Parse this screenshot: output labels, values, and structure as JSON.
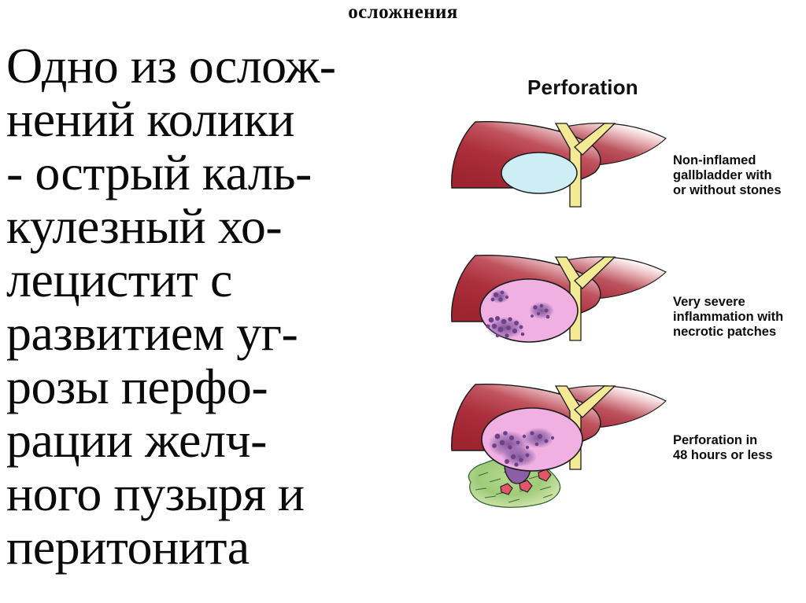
{
  "slide": {
    "title": "осложнения",
    "background_color": "#ffffff",
    "text_color": "#0a0a0a"
  },
  "body_text": {
    "full_text": "Одно из осложнений колики - острый калькулезный холецистит с развитием угрозы перфорации желчного пузыря и перитонита",
    "lines": [
      "Одно из ослож-",
      "нений колики",
      "- острый каль-",
      "кулезный хо-",
      "лецистит с",
      "развитием уг-",
      "розы перфо-",
      "рации желч-",
      "ного пузыря и",
      "перитонита"
    ]
  },
  "figure": {
    "title": "Perforation",
    "panels": [
      {
        "id": "panel-1",
        "caption_lines": [
          "Non-inflamed",
          "gallbladder with",
          "or without stones"
        ],
        "caption": "Non-inflamed gallbladder with or without stones",
        "gallbladder_state": "non-inflamed",
        "gallbladder_color": "#cdeef5",
        "liver_color": "#a82a38",
        "duct_color": "#f4ea96"
      },
      {
        "id": "panel-2",
        "caption_lines": [
          "Very severe",
          "inflammation with",
          "necrotic patches"
        ],
        "caption": "Very severe inflammation with necrotic patches",
        "gallbladder_state": "severely inflamed with necrotic patches",
        "gallbladder_color": "#f0b0e2",
        "necrosis_color": "#7b4f96",
        "liver_color": "#a82a38",
        "duct_color": "#f4ea96"
      },
      {
        "id": "panel-3",
        "caption_lines": [
          "Perforation in",
          "48 hours or less"
        ],
        "caption": "Perforation in 48 hours or less",
        "gallbladder_state": "perforated with bile spill",
        "gallbladder_color": "#f0b0e2",
        "necrosis_color": "#7b4f96",
        "spill_color": "#9ecb7a",
        "stone_color": "#e3566a",
        "liver_color": "#a82a38",
        "duct_color": "#f4ea96"
      }
    ]
  }
}
